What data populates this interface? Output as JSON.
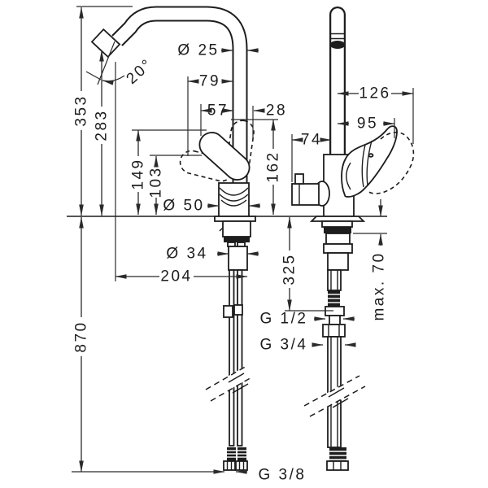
{
  "drawing": {
    "type": "technical-dimension-drawing",
    "subject": "single-lever kitchen mixer tap, two views with mounting shank and supply pipes",
    "colors": {
      "line": "#1d1d1d",
      "background": "#ffffff"
    }
  },
  "dims": {
    "spout_outer_diameter": "Ø 25",
    "spout_angle": "20°",
    "reach_outer": "79",
    "reach_inner": "57",
    "handle_offset": "28",
    "total_height": "353",
    "outlet_height": "283",
    "handle_height_mid": "149",
    "handle_height_flat": "103",
    "handle_height_top": "162",
    "body_diameter": "Ø 50",
    "shank_diameter": "Ø 34",
    "outlet_reach": "204",
    "supply_length": "870",
    "handle_reach_max": "126",
    "handle_reach": "95",
    "valve_reach": "74",
    "connection_drop": "325",
    "deck_thickness_max": "max. 70",
    "thread_half_inch": "G 1/2",
    "thread_three_quarter": "G 3/4",
    "thread_three_eighth": "G 3/8"
  }
}
